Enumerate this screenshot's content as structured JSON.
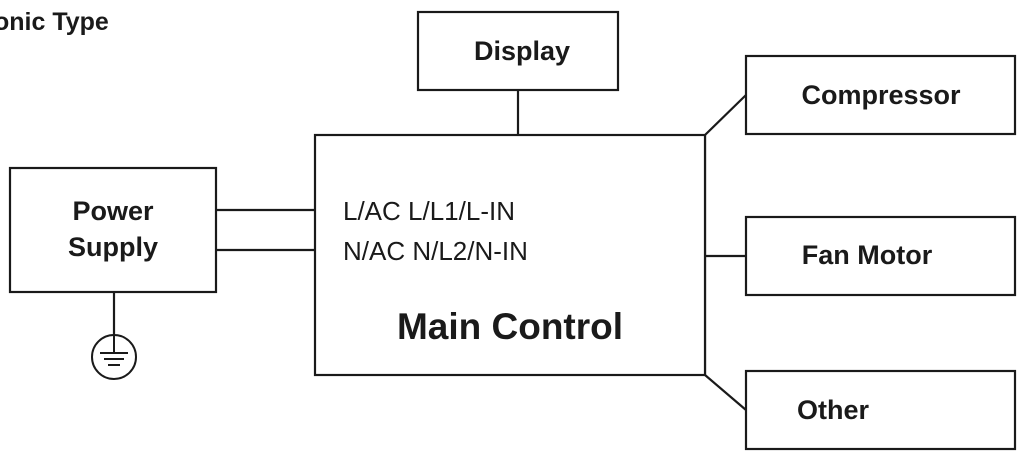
{
  "heading": "onic Type",
  "blocks": {
    "display": "Display",
    "compressor": "Compressor",
    "power_supply_line1": "Power",
    "power_supply_line2": "Supply",
    "fan_motor": "Fan Motor",
    "main_control": "Main Control",
    "other": "Other"
  },
  "terminals": {
    "line": "L/AC L/L1/L-IN",
    "neutral": "N/AC N/L2/N-IN"
  },
  "icons": {
    "ground": "ground-symbol-icon"
  }
}
